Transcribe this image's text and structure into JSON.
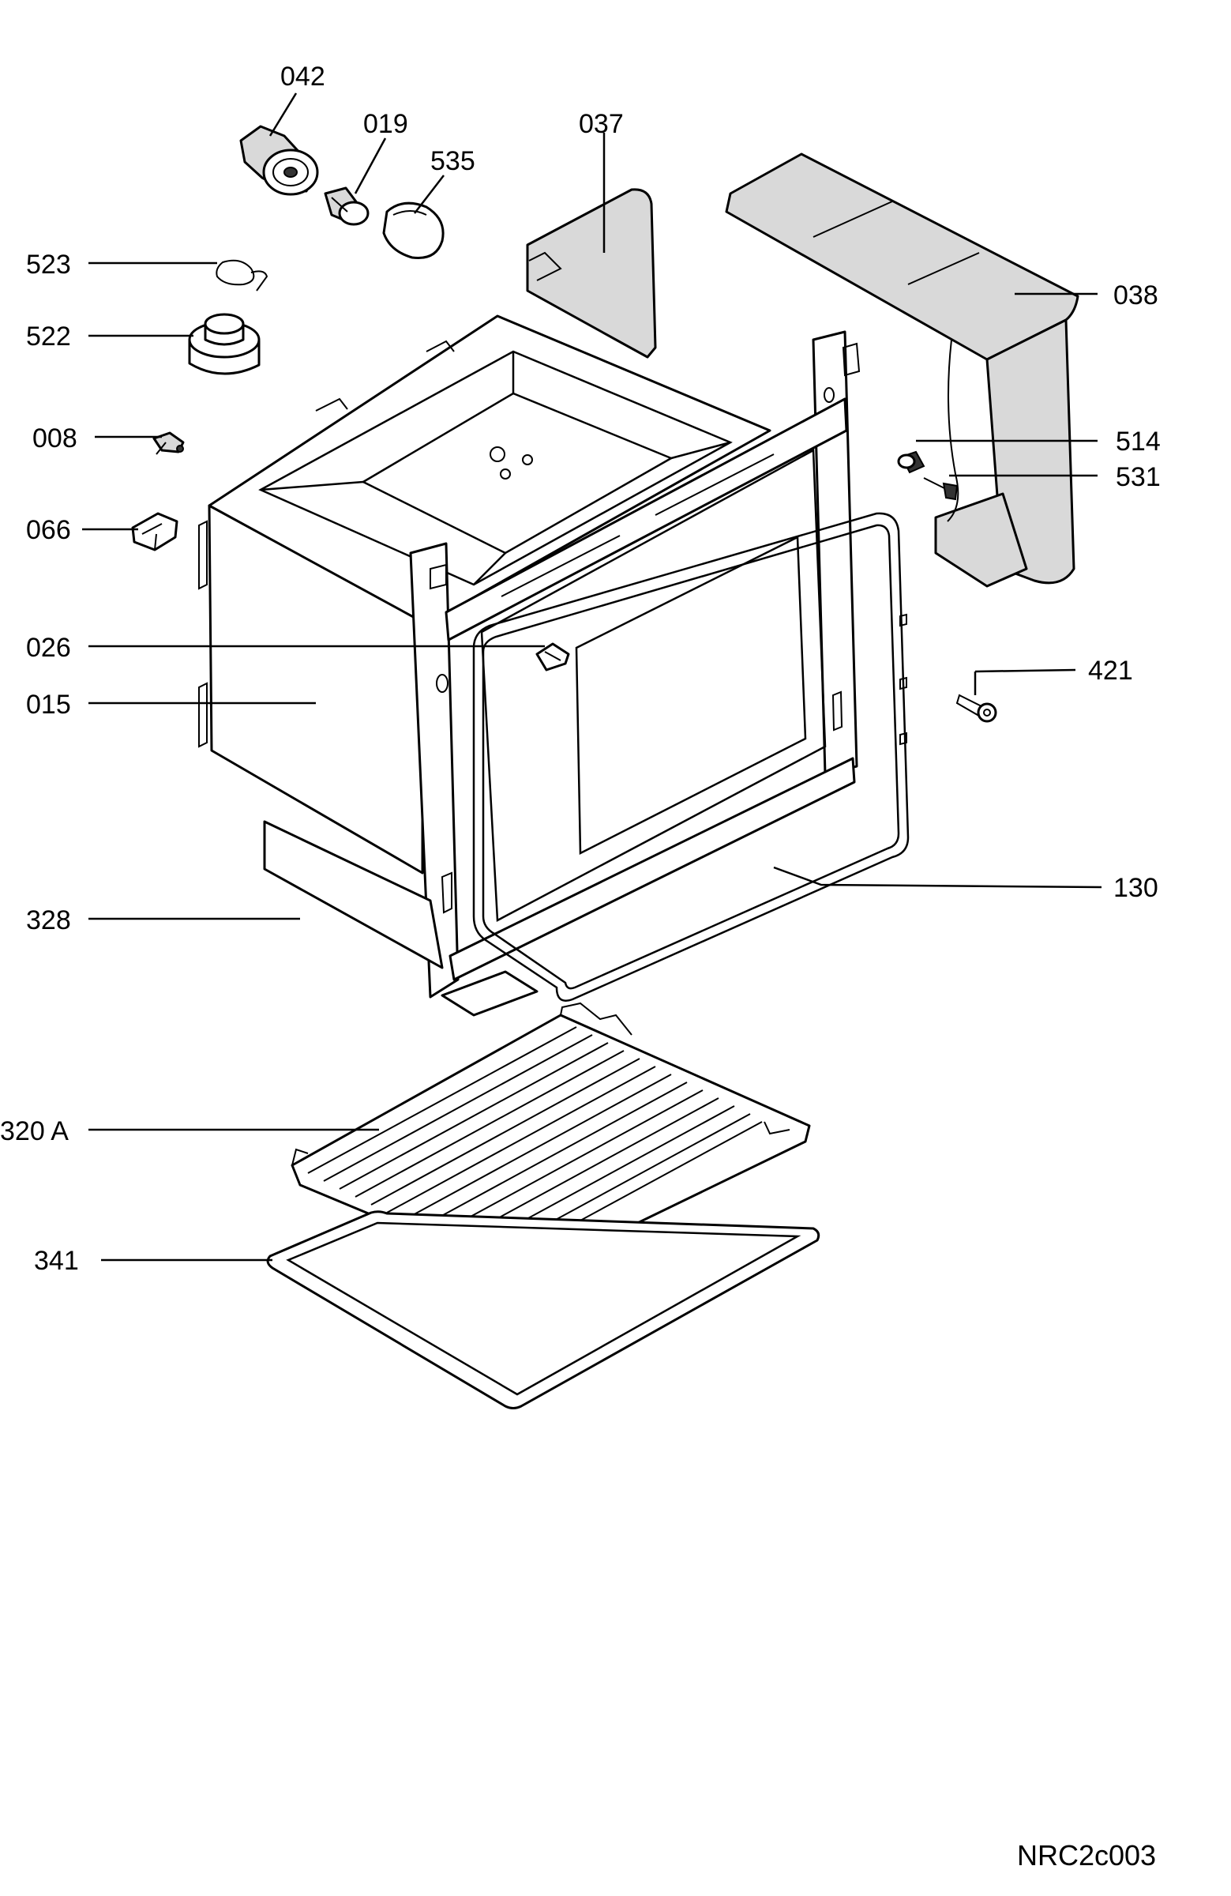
{
  "drawing_code": "NRC2c003",
  "callouts": {
    "042": "042",
    "019": "019",
    "535": "535",
    "037": "037",
    "038": "038",
    "523": "523",
    "522": "522",
    "008": "008",
    "066": "066",
    "514": "514",
    "531": "531",
    "026": "026",
    "015": "015",
    "421": "421",
    "328": "328",
    "130": "130",
    "320A": "320 A",
    "341": "341"
  }
}
